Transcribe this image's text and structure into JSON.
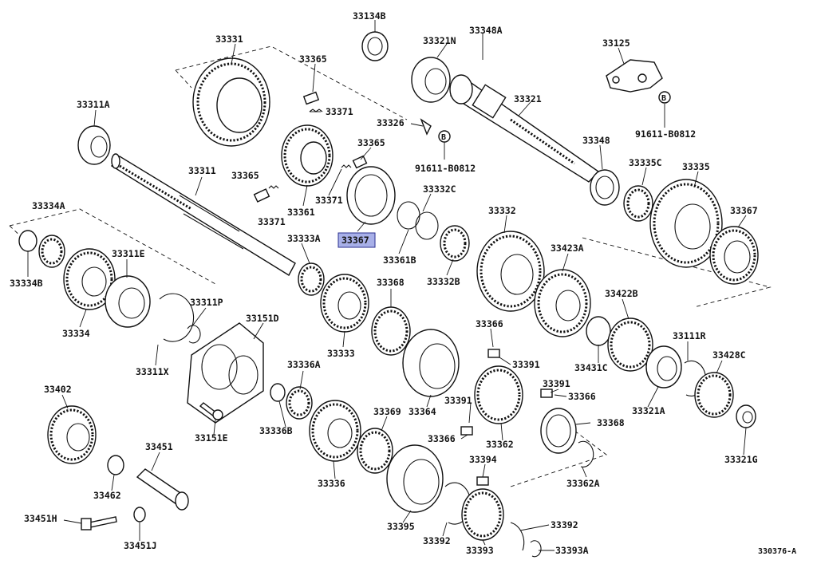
{
  "diagram": {
    "highlighted_part": "33367",
    "highlight_color": "#a8b0e8",
    "figure_code": "330376-A",
    "labels": {
      "p33134B": "33134B",
      "p33348A": "33348A",
      "p33331": "33331",
      "p33365a": "33365",
      "p33321N": "33321N",
      "p33125": "33125",
      "p33311A": "33311A",
      "p33371a": "33371",
      "p33321": "33321",
      "p33326": "33326",
      "p33365b": "33365",
      "p91611a": "91611-B0812",
      "p91611b": "91611-B0812",
      "p33348": "33348",
      "p33311": "33311",
      "p33365c": "33365",
      "p33335C": "33335C",
      "p33335": "33335",
      "p33371b": "33371",
      "p33361": "33361",
      "p33332C": "33332C",
      "p33371c": "33371",
      "p33334A": "33334A",
      "p33332": "33332",
      "p33367a": "33367",
      "p33367b": "33367",
      "p33333A": "33333A",
      "p33361B": "33361B",
      "p33311E": "33311E",
      "p33334B": "33334B",
      "p33423A": "33423A",
      "p33368a": "33368",
      "p33332B": "33332B",
      "p33311P": "33311P",
      "p33422B": "33422B",
      "p33334": "33334",
      "p33151D": "33151D",
      "p33366a": "33366",
      "p33111R": "33111R",
      "p33333": "33333",
      "p33391a": "33391",
      "p33431C": "33431C",
      "p33428C": "33428C",
      "p33311X": "33311X",
      "p33336A": "33336A",
      "p33391b": "33391",
      "p33402": "33402",
      "p33366b": "33366",
      "p33391c": "33391",
      "p33321A": "33321A",
      "p33369": "33369",
      "p33364": "33364",
      "p33368b": "33368",
      "p33151E": "33151E",
      "p33336B": "33336B",
      "p33366c": "33366",
      "p33362": "33362",
      "p33451": "33451",
      "p33321G": "33321G",
      "p33394": "33394",
      "p33336": "33336",
      "p33362A": "33362A",
      "p33462": "33462",
      "p33451H": "33451H",
      "p33392a": "33392",
      "p33395": "33395",
      "p33392b": "33392",
      "p33393": "33393",
      "p33451J": "33451J",
      "p33393A": "33393A"
    },
    "markers": {
      "b1": "B",
      "b2": "B"
    }
  }
}
